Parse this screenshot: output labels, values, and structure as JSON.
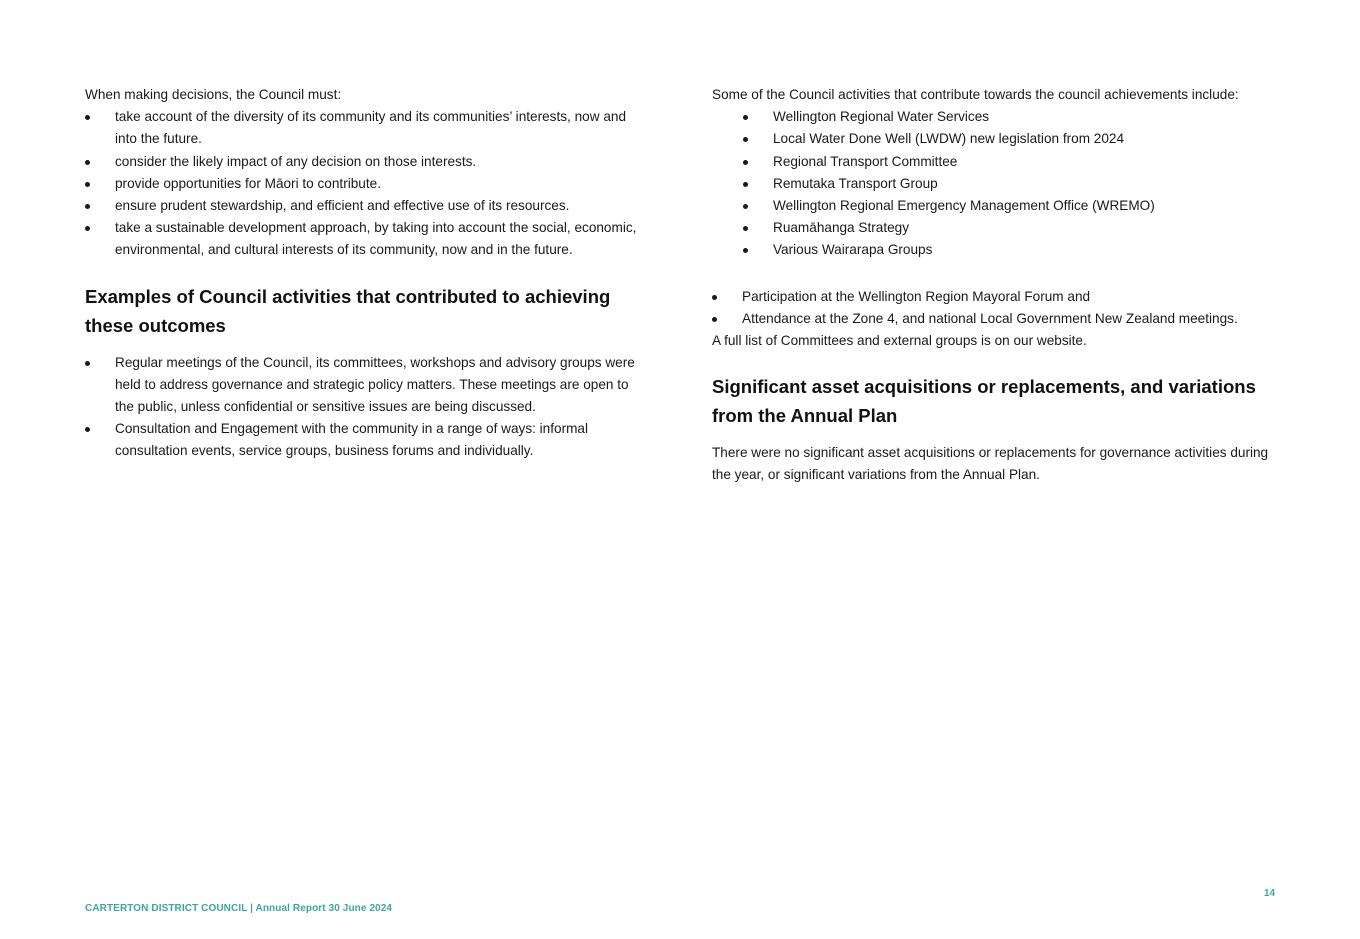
{
  "left_column": {
    "intro": "When making decisions, the Council must:",
    "must_items": [
      "take account of the diversity of its community and its communities’ interests, now and into the future.",
      "consider the likely impact of any decision on those interests.",
      "provide opportunities for Māori to contribute.",
      "ensure prudent stewardship, and efficient and effective use of its resources.",
      "take a sustainable development approach, by taking into account the social, economic, environmental, and cultural interests of its community, now and in the future."
    ],
    "examples_heading": "Examples of Council activities that contributed to achieving these outcomes",
    "examples_items": [
      "Regular meetings of the Council, its committees, workshops and advisory groups were held to address governance and strategic policy matters. These meetings are open to the public, unless confidential or sensitive issues are being discussed.",
      "Consultation and Engagement with the community in a range of ways: informal consultation events, service groups, business forums and individually."
    ]
  },
  "right_column": {
    "intro": "Some of the Council activities that contribute towards the council achievements include:",
    "activities": [
      "Wellington Regional Water Services",
      "Local Water Done Well (LWDW) new legislation from 2024",
      "Regional Transport Committee",
      "Remutaka Transport Group",
      "Wellington Regional Emergency Management Office (WREMO)",
      "Ruamāhanga Strategy",
      "Various Wairarapa Groups"
    ],
    "participation": [
      "Participation at the Wellington Region Mayoral Forum and",
      "Attendance at the Zone 4, and national Local Government New Zealand meetings."
    ],
    "full_list_note": "A full list of Committees and external groups is on our website.",
    "asset_heading": "Significant asset acquisitions or replacements, and variations from the Annual Plan",
    "asset_text": "There were no significant asset acquisitions or replacements for governance activities during the year, or significant variations from the Annual Plan."
  },
  "footer": {
    "left": "CARTERTON DISTRICT COUNCIL | Annual Report 30 June 2024",
    "page_number": "14",
    "accent_color": "#3aa8a0"
  }
}
